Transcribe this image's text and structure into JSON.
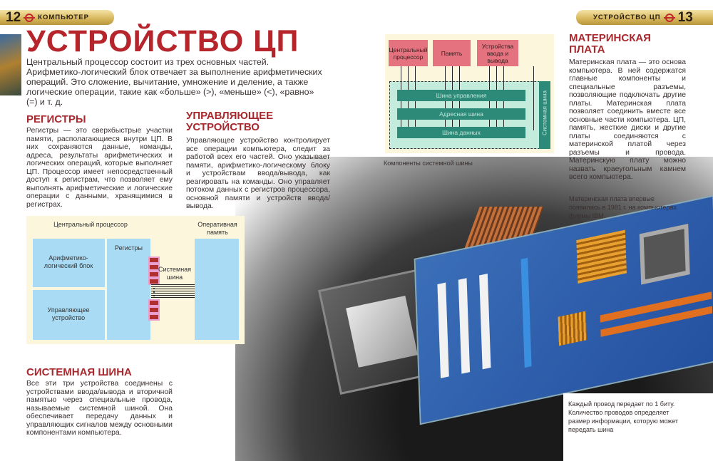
{
  "left_page": {
    "number": "12",
    "section": "КОМПЬЮТЕР",
    "title": "УСТРОЙСТВО ЦП",
    "intro": "Центральный процессор состоит из трех основных частей. Арифметико-логический блок отвечает за выполнение арифметических операций. Это сложение, вычитание, умножение и деление, а также логические операции, такие как «больше» (>), «меньше» (<), «равно» (=) и т. д.",
    "registers": {
      "heading": "РЕГИСТРЫ",
      "text": "Регистры — это сверхбыстрые участки памяти, располагающиеся внутри ЦП. В них сохраняются данные, команды, адреса, результаты арифметических и логических операций, которые выполняет ЦП. Процессор имеет непосредственный доступ к регистрам, что позволяет ему выполнять арифметические и логические операции с данными, хранящимися в регистрах."
    },
    "control_unit": {
      "heading": "УПРАВЛЯЮЩЕЕ УСТРОЙСТВО",
      "text": "Управляющее устройство контролирует все операции компьютера, следит за работой всех его частей. Оно указывает памяти, арифметико-логическому блоку и устройствам ввода/вывода, как реагировать на команды. Оно управляет потоком данных с регистров процессора, основной памяти и устройств ввода/вывода."
    },
    "diagram": {
      "cpu": "Центральный процессор",
      "ram": "Оперативная память",
      "alu": "Арифметико-логический блок",
      "cu": "Управляющее устройство",
      "registers": "Регистры",
      "bus": "Системная шина"
    },
    "system_bus": {
      "heading": "СИСТЕМНАЯ ШИНА",
      "text": "Все эти три устройства соединены с устройствами ввода/вывода и вторичной памятью через специальные провода, называемые системной шиной. Она обеспечивает передачу данных и управляющих сигналов между основными компонентами компьютера."
    }
  },
  "right_page": {
    "number": "13",
    "section": "УСТРОЙСТВО ЦП",
    "diagram": {
      "cpu": "Центральный процессор",
      "memory": "Память",
      "io": "Устройства ввода и вывода",
      "control_bus": "Шина управления",
      "address_bus": "Адресная шина",
      "data_bus": "Шина данных",
      "system_bus": "Системная шина",
      "caption": "Компоненты системной шины"
    },
    "motherboard": {
      "heading": "МАТЕРИНСКАЯ ПЛАТА",
      "text": "Материнская плата — это основа компьютера. В ней содержатся главные компоненты и специальные разъемы, позволяющие подключать другие платы. Материнская плата позволяет соединить вместе все основные части компьютера. ЦП, память, жесткие диски и другие платы соединяются с материнской платой через разъемы и провода. Материнскую плату можно назвать краеугольным камнем всего компьютера."
    },
    "caption_ibm": "Материнская плата впервые появилась в 1981 г. на компьютерах фирмы IBM",
    "caption_wire": "Каждый провод передает по 1 биту. Количество проводов определяет размер информации, которую может передать шина"
  },
  "colors": {
    "accent": "#b5252b",
    "band": "#d6b55a",
    "bus": "#2e8a78",
    "pink": "#e5727f",
    "blue": "#a9dcf4"
  }
}
